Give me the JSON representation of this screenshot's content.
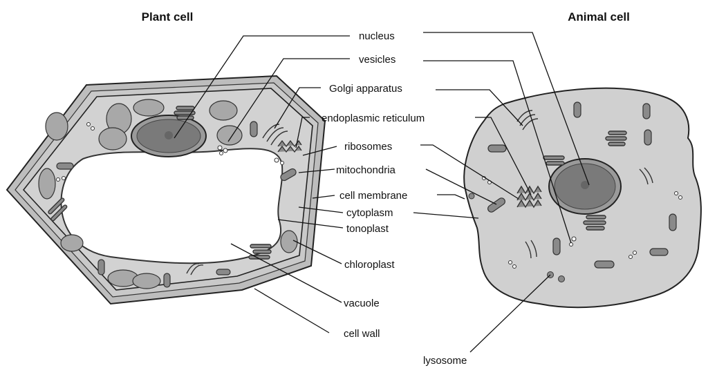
{
  "titles": {
    "plant": "Plant cell",
    "animal": "Animal cell"
  },
  "labels": {
    "nucleus": "nucleus",
    "vesicles": "vesicles",
    "golgi": "Golgi apparatus",
    "er": "endoplasmic reticulum",
    "ribosomes": "ribosomes",
    "mitochondria": "mitochondria",
    "cell_membrane": "cell membrane",
    "cytoplasm": "cytoplasm",
    "tonoplast": "tonoplast",
    "chloroplast": "chloroplast",
    "vacuole": "vacuole",
    "cell_wall": "cell wall",
    "lysosome": "lysosome"
  },
  "colors": {
    "cytoplasm": "#cfcfcf",
    "cell_wall": "#bdbdbd",
    "nucleus": "#7a7a7a",
    "nucleus_ring": "#9a9a9a",
    "organelle": "#8a8a8a",
    "chloroplast": "#a8a8a8",
    "vacuole": "#ffffff"
  }
}
